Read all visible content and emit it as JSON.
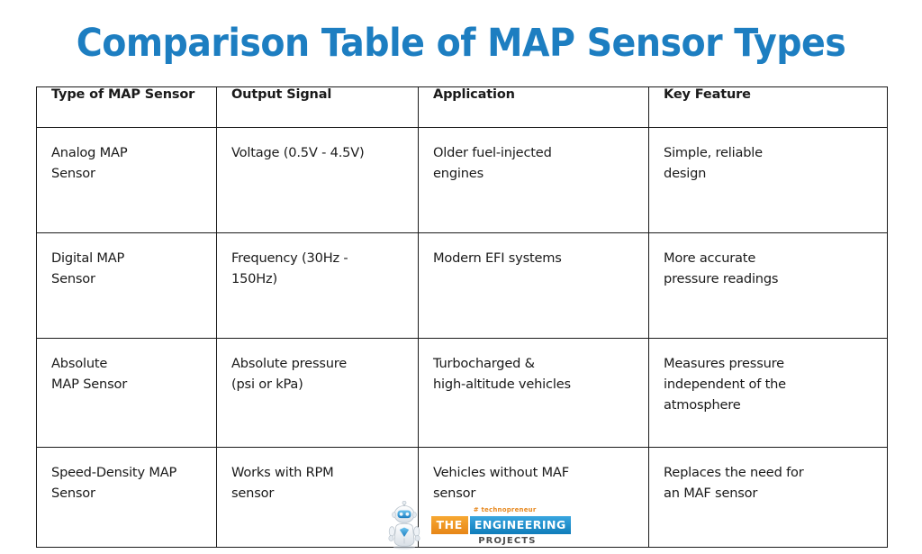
{
  "page": {
    "title": "Comparison Table of MAP Sensor Types",
    "title_color": "#1d7ec1",
    "background": "#ffffff",
    "border_color": "#1a1a1a",
    "text_color": "#1a1a1a"
  },
  "table": {
    "columns": [
      "Type of MAP Sensor",
      "Output Signal",
      "Application",
      "Key Feature"
    ],
    "rows": [
      {
        "type": [
          "Analog MAP",
          "Sensor"
        ],
        "output": [
          "Voltage (0.5V - 4.5V)"
        ],
        "application": [
          "Older fuel-injected",
          "engines"
        ],
        "feature": [
          "Simple, reliable",
          "design"
        ]
      },
      {
        "type": [
          "Digital MAP",
          "Sensor"
        ],
        "output": [
          "Frequency (30Hz -",
          "150Hz)"
        ],
        "application": [
          "Modern EFI systems"
        ],
        "feature": [
          "More accurate",
          "pressure readings"
        ]
      },
      {
        "type": [
          "Absolute",
          "MAP Sensor"
        ],
        "output": [
          "Absolute pressure",
          "(psi or kPa)"
        ],
        "application": [
          "Turbocharged &",
          "high-altitude vehicles"
        ],
        "feature": [
          "Measures pressure",
          "independent of the",
          "atmosphere"
        ]
      },
      {
        "type": [
          "Speed-Density MAP",
          "Sensor"
        ],
        "output": [
          "Works with RPM",
          "sensor"
        ],
        "application": [
          "Vehicles without MAF",
          "sensor"
        ],
        "feature": [
          "Replaces the need for",
          "an MAF sensor"
        ]
      }
    ]
  },
  "footer": {
    "tagline": "# technopreneur",
    "brand_the": "THE",
    "brand_engineering": "ENGINEERING",
    "brand_projects": "PROJECTS",
    "tagline_color": "#e78a22",
    "the_bg": "#f1931f",
    "engineering_bg": "#1a8fd0",
    "projects_color": "#4d4d4d",
    "mascot": "robot-mascot-icon"
  }
}
